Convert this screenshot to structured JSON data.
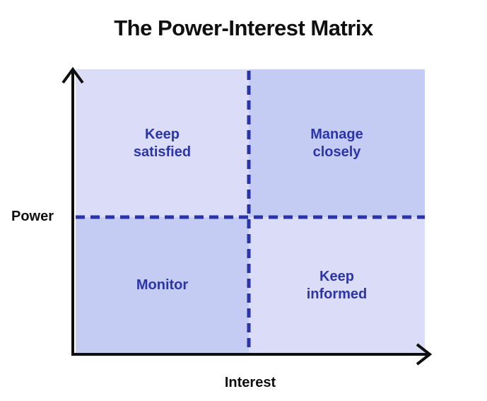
{
  "title": "The Power-Interest Matrix",
  "axes": {
    "y_label": "Power",
    "x_label": "Interest"
  },
  "quadrants": [
    {
      "id": "top-left",
      "label": "Keep satisfied",
      "shade": "light"
    },
    {
      "id": "top-right",
      "label": "Manage closely",
      "shade": "dark"
    },
    {
      "id": "bottom-left",
      "label": "Monitor",
      "shade": "dark"
    },
    {
      "id": "bottom-right",
      "label": "Keep informed",
      "shade": "light"
    }
  ],
  "colors": {
    "quadrant_light": "#dadcf8",
    "quadrant_dark": "#c5ccf4",
    "divider": "#2a34a8",
    "label_text": "#2c35a8",
    "axis": "#0f0f0f",
    "title_text": "#0f0f0f"
  }
}
